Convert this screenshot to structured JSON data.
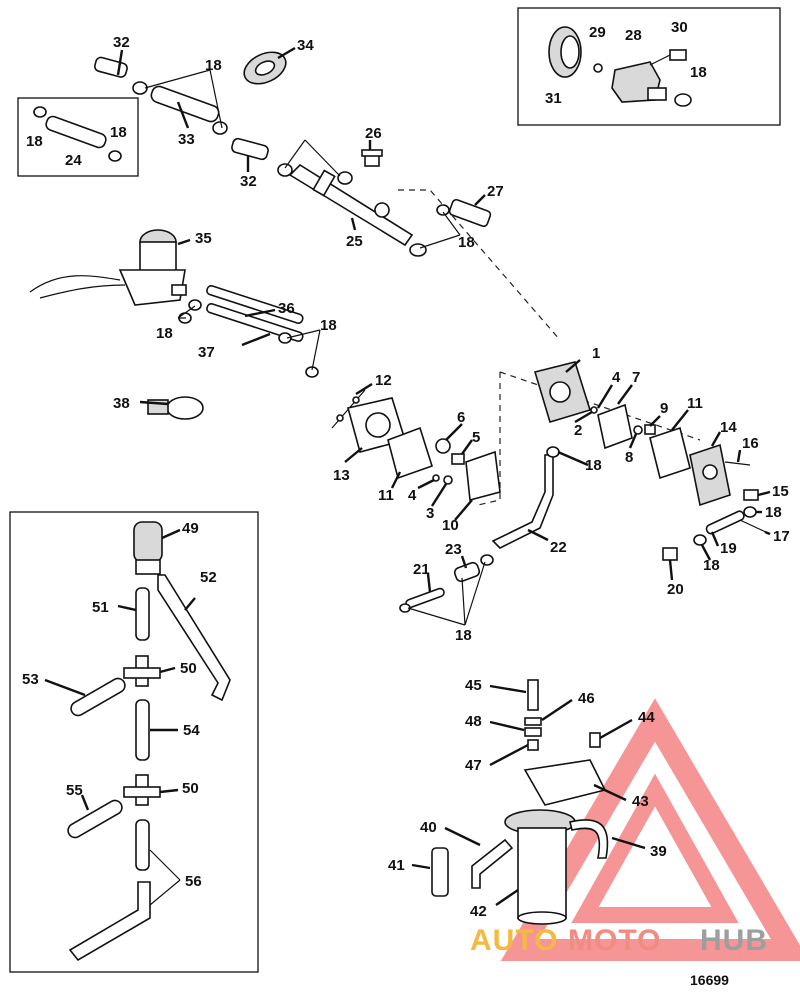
{
  "labels": {
    "n1": "1",
    "n2": "2",
    "n3": "3",
    "n4": "4",
    "n5": "5",
    "n6": "6",
    "n7": "7",
    "n8": "8",
    "n9": "9",
    "n10": "10",
    "n11": "11",
    "n12": "12",
    "n13": "13",
    "n14": "14",
    "n15": "15",
    "n16": "16",
    "n17": "17",
    "n18": "18",
    "n19": "19",
    "n20": "20",
    "n21": "21",
    "n22": "22",
    "n23": "23",
    "n24": "24",
    "n25": "25",
    "n26": "26",
    "n27": "27",
    "n28": "28",
    "n29": "29",
    "n30": "30",
    "n31": "31",
    "n32": "32",
    "n33": "33",
    "n34": "34",
    "n35": "35",
    "n36": "36",
    "n37": "37",
    "n38": "38",
    "n39": "39",
    "n40": "40",
    "n41": "41",
    "n42": "42",
    "n43": "43",
    "n44": "44",
    "n45": "45",
    "n46": "46",
    "n47": "47",
    "n48": "48",
    "n49": "49",
    "n50": "50",
    "n51": "51",
    "n52": "52",
    "n53": "53",
    "n54": "54",
    "n55": "55",
    "n56": "56"
  },
  "figure_number": "16699",
  "watermark": {
    "part1": "AUTO",
    "part2": "MOTO",
    "part3": "HUB",
    "colors": {
      "auto": "#f5b942",
      "moto": "#f28b82",
      "hub": "#9e9e9e",
      "triangle": "#f05a5a"
    }
  }
}
